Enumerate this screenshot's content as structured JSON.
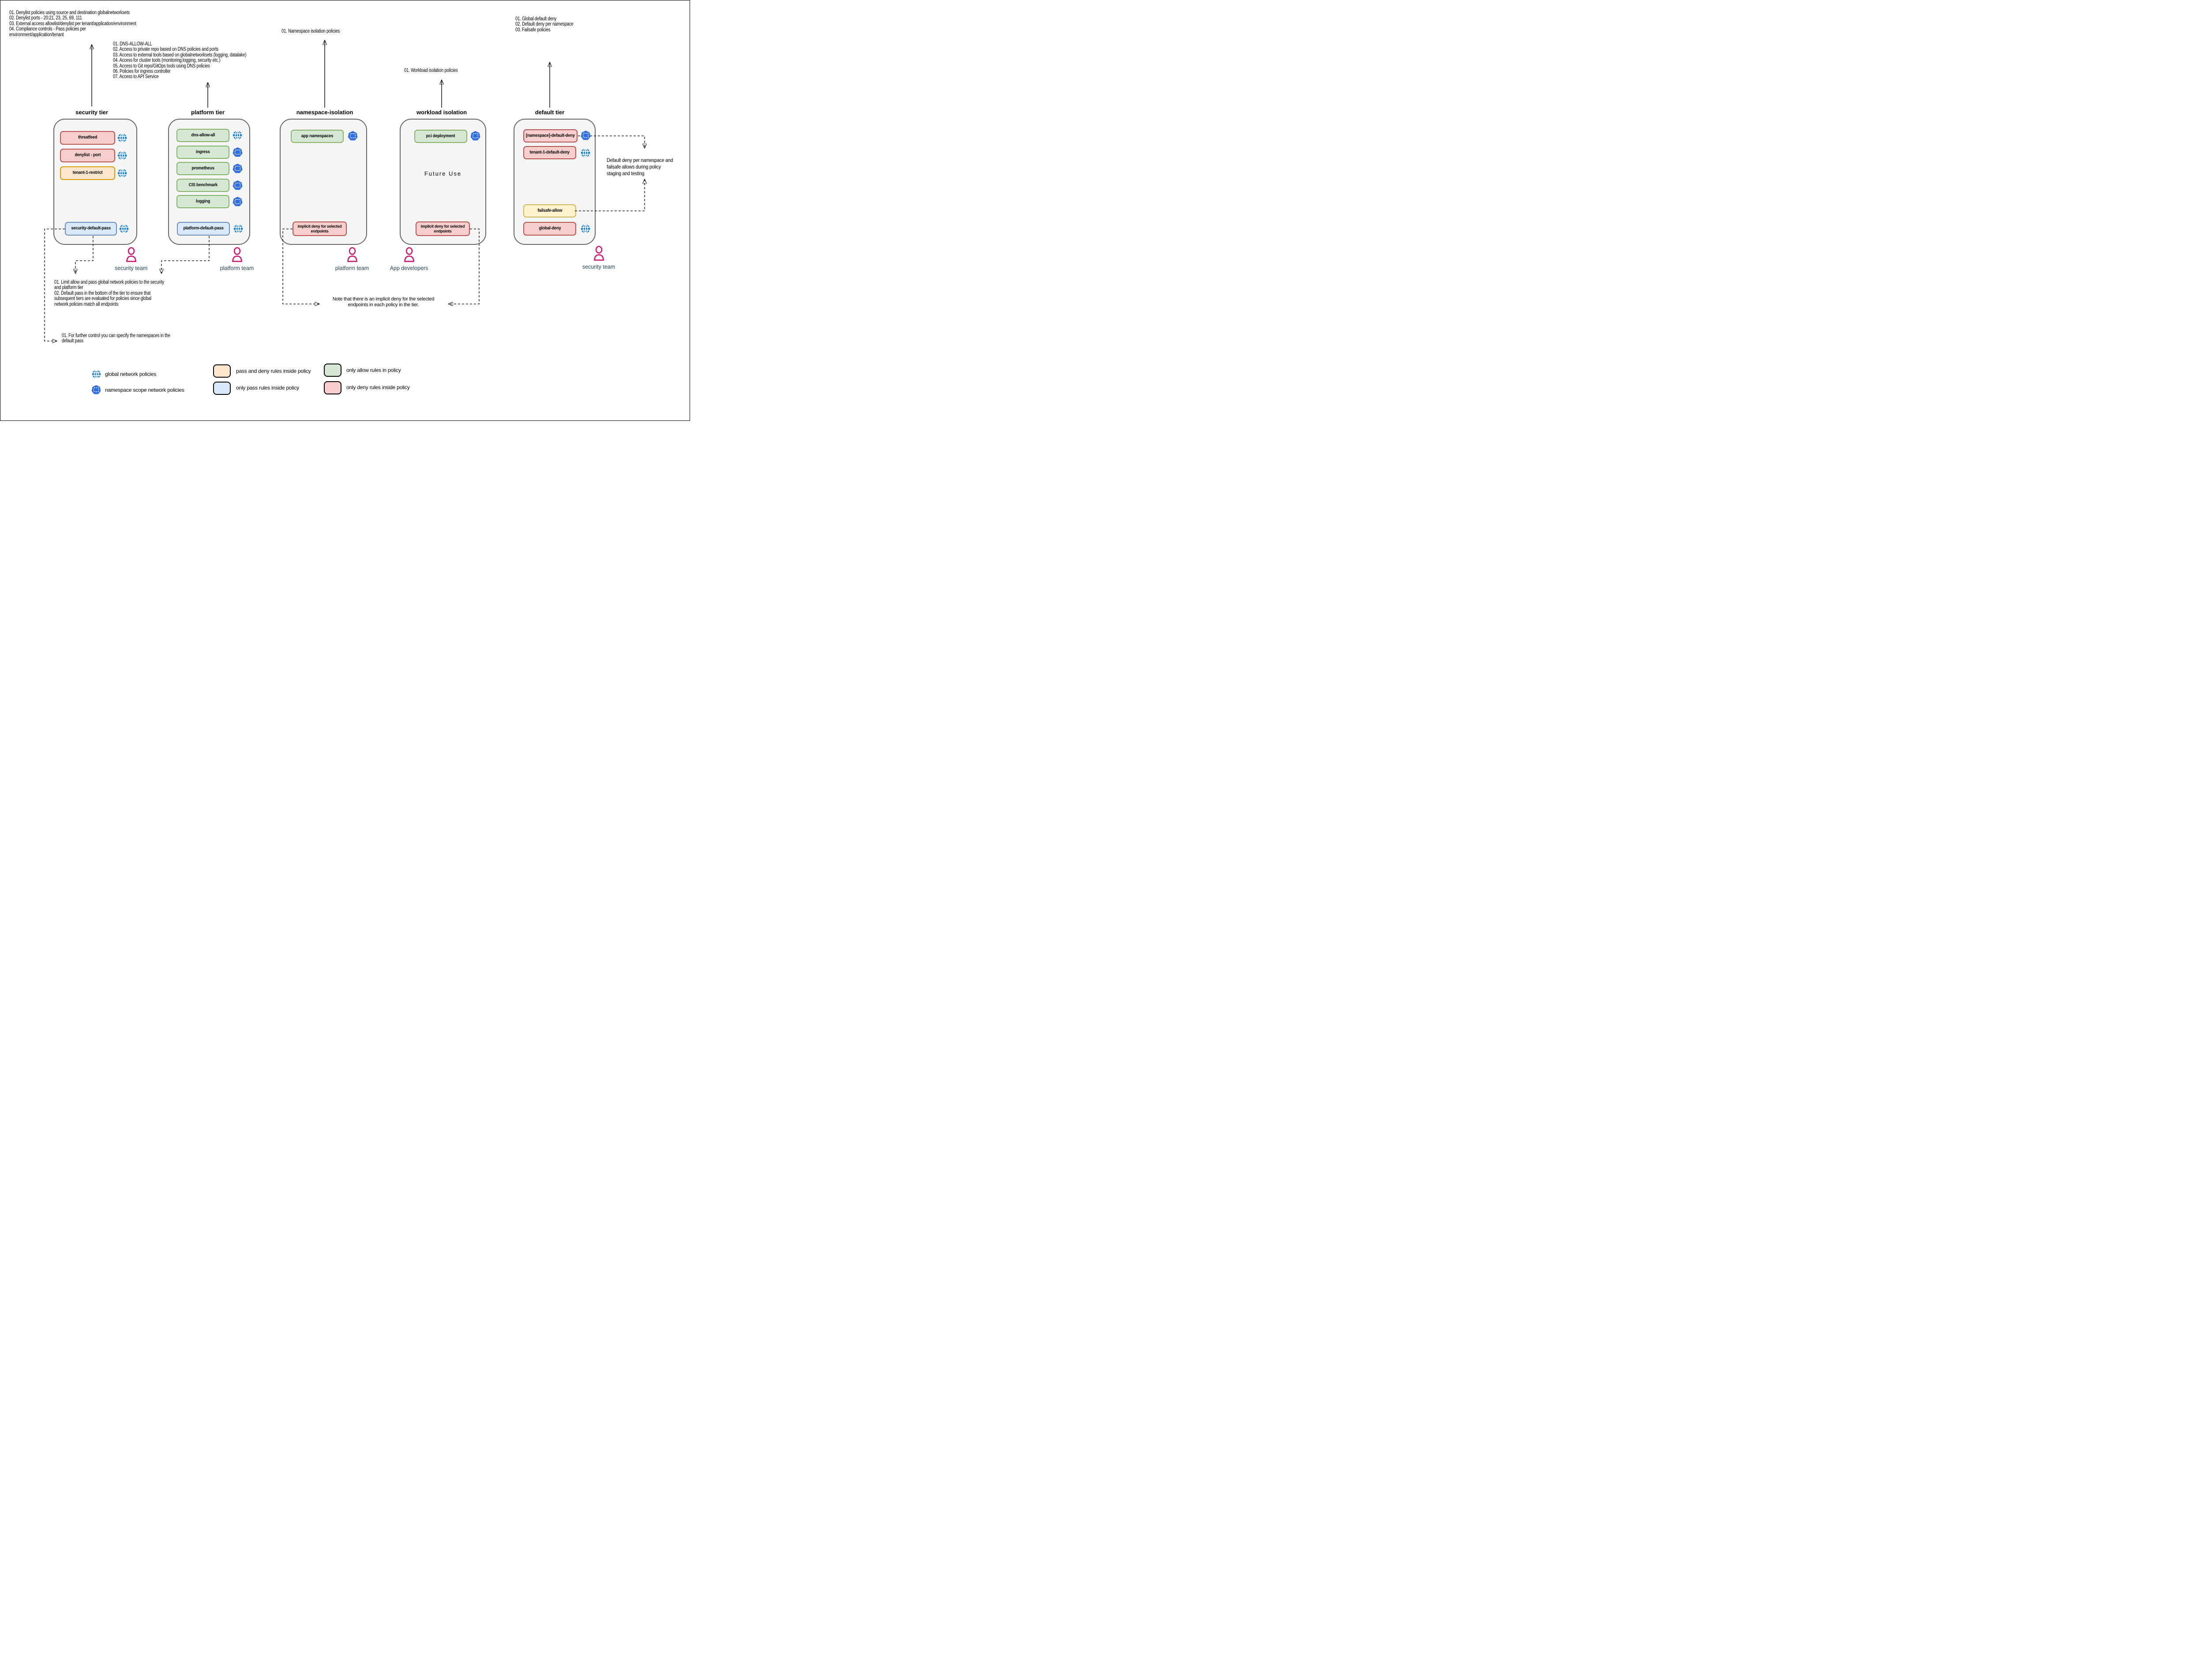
{
  "colors": {
    "deny_fill": "#f8cecc",
    "deny_stroke": "#b85450",
    "passdeny_fill": "#ffe6cc",
    "passdeny_stroke": "#d79b00",
    "failsafe_fill": "#fff2cc",
    "failsafe_stroke": "#d6b656",
    "allow_fill": "#d5e8d4",
    "allow_stroke": "#82b366",
    "pass_fill": "#dae8fc",
    "pass_stroke": "#6c8ebf",
    "tier_fill": "#f5f5f5",
    "tier_stroke": "#666666",
    "globe_blue": "#167fe3",
    "namespace_blue": "#2e6de2",
    "person_pink": "#d0136d",
    "team_text": "#23445d"
  },
  "notes": {
    "security": "01. Denylist policies using source and destination globalnetworksets\n02. Denylist ports - 20:21, 23, 25, 69, 111\n03. External access allowlist/denylist per tenant/application/environment\n04. Compliance controls - Pass policies per\nenvironment/application/tenant",
    "platform": "01. DNS-ALLOW-ALL\n02. Access to private repo based on DNS policies and ports\n03. Access to external tools based on globalnetworksets (logging, datalake)\n04. Access for cluster tools (monitoring,logging, security etc.)\n05. Access to Git repo/GitOps tools using DNS policies\n06. Policies for ingress controller\n07. Access to API Service",
    "namespace": "01. Namespace isolation policies",
    "workload": "01. Workload isolation policies",
    "default": "01. Global default deny\n02. Default deny per namespace\n03. Failsafe policies",
    "limit": "01. Limit allow and pass global network policies to the security\nand platform tier\n02. Default pass in the bottom of the tier to ensure that\nsubsequent tiers are evaluated for policies since global\nnetwork policies match all endpoints",
    "further": "01. For further control you can specify the namespaces in the\ndefault pass",
    "implicit": "Note that there is an implicit deny for the selected\nendpoints in each policy in the tier.",
    "staging": "Default deny per namespace and\nfailsafe allows during policy\nstaging and testing"
  },
  "tiers": [
    {
      "title": "security tier",
      "policies": [
        {
          "label": "threatfeed",
          "style": "deny",
          "scope": "global"
        },
        {
          "label": "denylist - port",
          "style": "deny",
          "scope": "global"
        },
        {
          "label": "tenant-1-restrict",
          "style": "pass-and-deny",
          "scope": "global"
        },
        {
          "label": "security-default-pass",
          "style": "pass",
          "scope": "global"
        }
      ]
    },
    {
      "title": "platform tier",
      "policies": [
        {
          "label": "dns-allow-all",
          "style": "allow",
          "scope": "global"
        },
        {
          "label": "ingress",
          "style": "allow",
          "scope": "namespace"
        },
        {
          "label": "prometheus",
          "style": "allow",
          "scope": "namespace"
        },
        {
          "label": "CIS benchmark",
          "style": "allow",
          "scope": "namespace"
        },
        {
          "label": "logging",
          "style": "allow",
          "scope": "namespace"
        },
        {
          "label": "platform-default-pass",
          "style": "pass",
          "scope": "global"
        }
      ]
    },
    {
      "title": "namespace-isolation",
      "policies": [
        {
          "label": "app namespaces",
          "style": "allow",
          "scope": "namespace"
        },
        {
          "label": "implicit deny for selected\nendpoints",
          "style": "deny"
        }
      ]
    },
    {
      "title": "workload isolation",
      "center_label": "Future Use",
      "policies": [
        {
          "label": "pci deployment",
          "style": "allow",
          "scope": "namespace"
        },
        {
          "label": "implicit deny for selected\nendpoints",
          "style": "deny"
        }
      ]
    },
    {
      "title": "default tier",
      "policies": [
        {
          "label": "[namespace]-default-deny",
          "style": "deny",
          "scope": "namespace"
        },
        {
          "label": "tenant-1-default-deny",
          "style": "deny",
          "scope": "global"
        },
        {
          "label": "failsafe-allow",
          "style": "failsafe"
        },
        {
          "label": "global-deny",
          "style": "deny",
          "scope": "global"
        }
      ]
    }
  ],
  "teams": [
    {
      "label": "security team"
    },
    {
      "label": "platform team"
    },
    {
      "label": "platform team"
    },
    {
      "label": "App developers"
    },
    {
      "label": "security team"
    }
  ],
  "legend": {
    "global": "global network policies",
    "namespace_scope": "namespace scope network policies",
    "pass_deny": "pass and deny rules inside policy",
    "only_pass": "only pass rules inside policy",
    "only_allow": "only allow rules in policy",
    "only_deny": "only deny rules inside policy"
  }
}
